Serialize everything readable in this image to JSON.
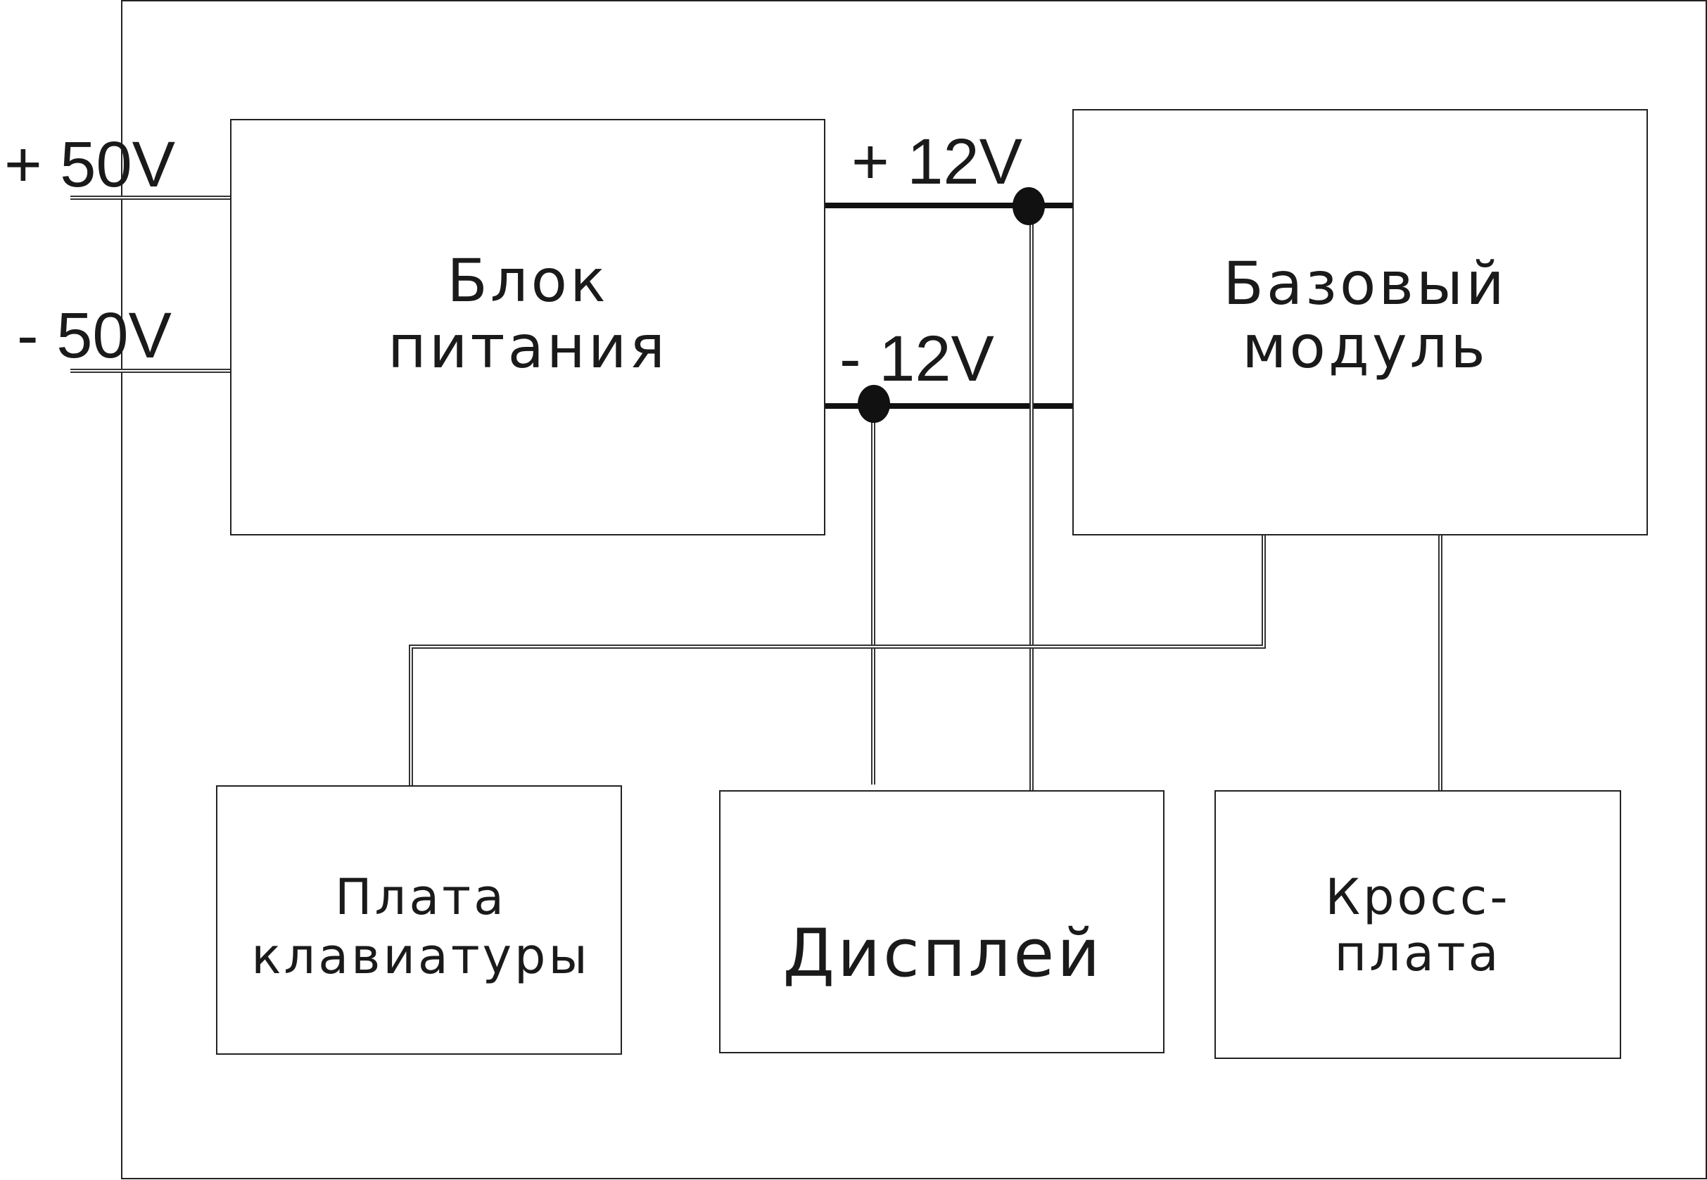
{
  "blocks": {
    "power_supply": {
      "line1": "Блок",
      "line2": "питания"
    },
    "base_module": {
      "line1": "Базовый",
      "line2": "модуль"
    },
    "keyboard_board": {
      "line1": "Плата",
      "line2": "клавиатуры"
    },
    "display": {
      "line1": "Дисплей"
    },
    "cross_board": {
      "line1": "Кросс-",
      "line2": "плата"
    }
  },
  "voltages": {
    "plus_50": "+ 50V",
    "minus_50": "- 50V",
    "plus_12": "+ 12V",
    "minus_12": "- 12V"
  },
  "colors": {
    "stroke": "#222222",
    "background": "#ffffff"
  }
}
